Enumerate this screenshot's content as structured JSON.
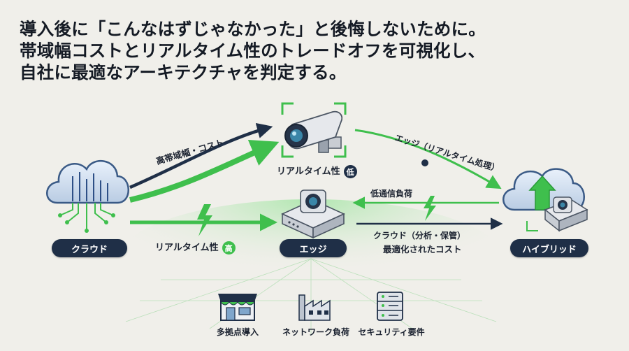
{
  "headline": {
    "line1": "導入後に「こんなはずじゃなかった」と後悔しないために。",
    "line2": "帯域幅コストとリアルタイム性のトレードオフを可視化し、",
    "line3": "自社に最適なアーキテクチャを判定する。"
  },
  "nodes": {
    "cloud": "クラウド",
    "edge": "エッジ",
    "hybrid": "ハイブリッド"
  },
  "camera": {
    "label": "リアルタイム性",
    "badge": "低"
  },
  "arrows": {
    "bandwidth": "高帯域幅・コスト",
    "realtime": "リアルタイム性",
    "realtime_badge": "高",
    "edge_processing": "エッジ（リアルタイム処理）",
    "low_comm": "低通信負荷",
    "cloud_analysis": "クラウド（分析・保管）",
    "optimized_cost": "最適化されたコスト"
  },
  "factors": [
    {
      "label": "多拠点導入",
      "icon": "store-icon"
    },
    {
      "label": "ネットワーク負荷",
      "icon": "factory-icon"
    },
    {
      "label": "セキュリティ要件",
      "icon": "server-icon"
    }
  ],
  "colors": {
    "navy": "#1f2f47",
    "green": "#3fbf4d",
    "background": "#f0efea"
  }
}
